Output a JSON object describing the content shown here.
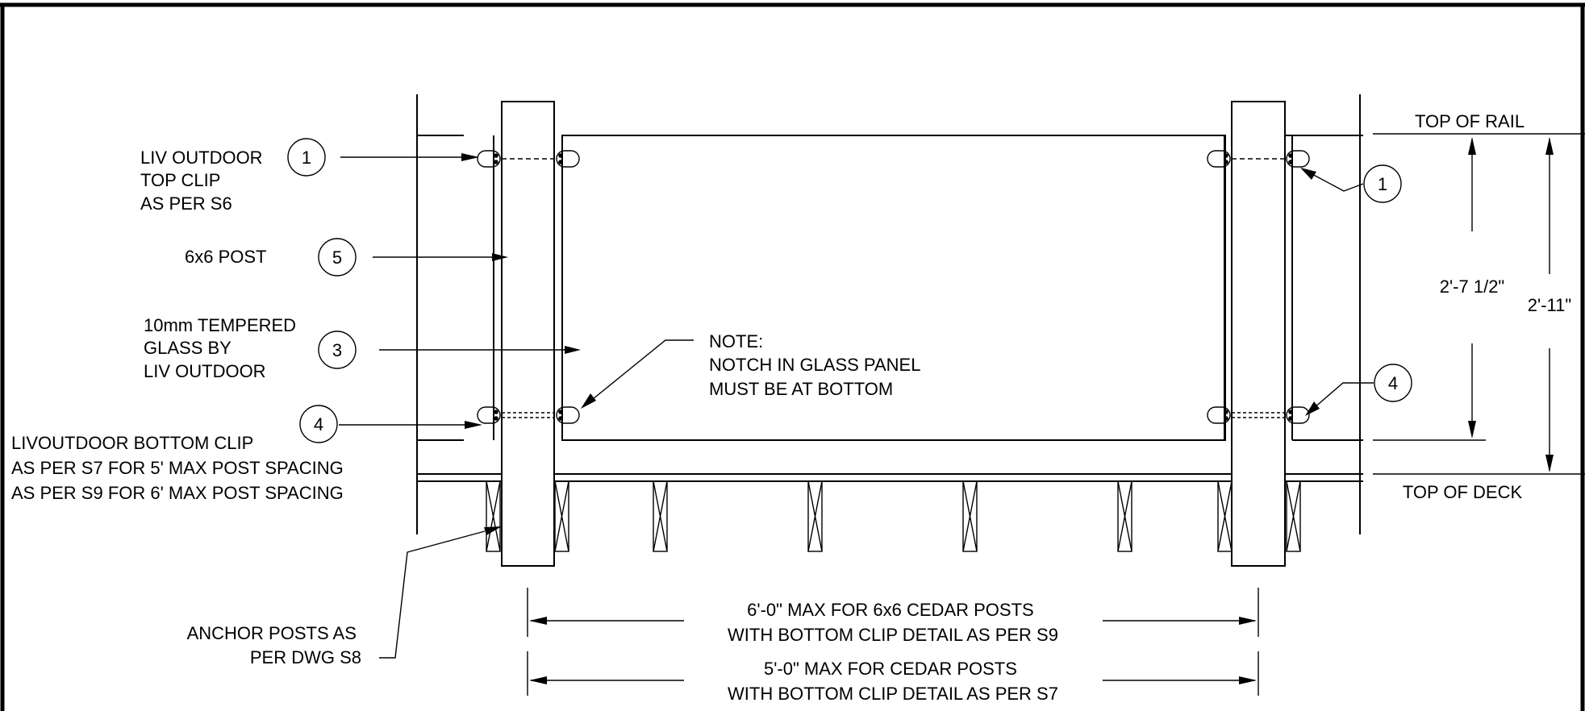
{
  "callouts": {
    "c1": "1",
    "c3": "3",
    "c4": "4",
    "c5": "5"
  },
  "labels": {
    "top_clip": [
      "LIV OUTDOOR",
      "TOP CLIP",
      "AS PER S6"
    ],
    "post": "6x6 POST",
    "glass": [
      "10mm TEMPERED",
      "GLASS BY",
      "LIV OUTDOOR"
    ],
    "bottom_clip": [
      "LIVOUTDOOR BOTTOM CLIP",
      "AS PER S7 FOR 5' MAX POST SPACING",
      "AS PER S9 FOR 6' MAX POST SPACING"
    ],
    "anchor": [
      "ANCHOR POSTS AS",
      "PER DWG S8"
    ],
    "note": [
      "NOTE:",
      "NOTCH IN GLASS PANEL",
      "MUST BE AT BOTTOM"
    ],
    "top_of_rail": "TOP OF RAIL",
    "top_of_deck": "TOP OF DECK"
  },
  "dimensions": {
    "glass_height": "2'-7 1/2\"",
    "rail_height": "2'-11\"",
    "span_6ft": [
      "6'-0\" MAX FOR 6x6 CEDAR POSTS",
      "WITH BOTTOM CLIP DETAIL AS PER S9"
    ],
    "span_5ft": [
      "5'-0\" MAX FOR CEDAR POSTS",
      "WITH BOTTOM CLIP DETAIL AS PER S7"
    ]
  }
}
